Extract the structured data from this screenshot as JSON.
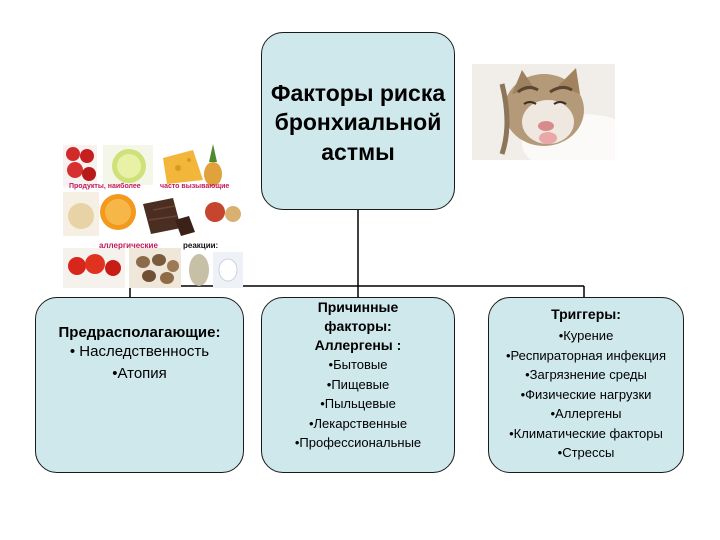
{
  "root": {
    "title": "Факторы риска бронхиальной астмы"
  },
  "left": {
    "heading": "Предрасполагающие:",
    "items": [
      "• Наследственность",
      "•Атопия"
    ]
  },
  "middle": {
    "heading_lines": [
      "Причинные",
      "факторы:",
      "Аллергены :"
    ],
    "items": [
      "•Бытовые",
      "•Пищевые",
      "•Пыльцевые",
      "•Лекарственные",
      "•Профессиональные"
    ]
  },
  "right": {
    "heading": "Триггеры:",
    "items": [
      "•Курение",
      "•Респираторная инфекция",
      "•Загрязнение среды",
      "•Физические нагрузки",
      "•Аллергены",
      "•Климатические факторы",
      "•Стрессы"
    ]
  },
  "collage": {
    "captions": [
      "Продукты, наиболее",
      "часто вызывающие",
      "аллергические",
      "реакции:"
    ]
  },
  "colors": {
    "box_fill": "#cfe8ec",
    "box_border": "#1a1a1a",
    "caption": "#c2185b"
  }
}
